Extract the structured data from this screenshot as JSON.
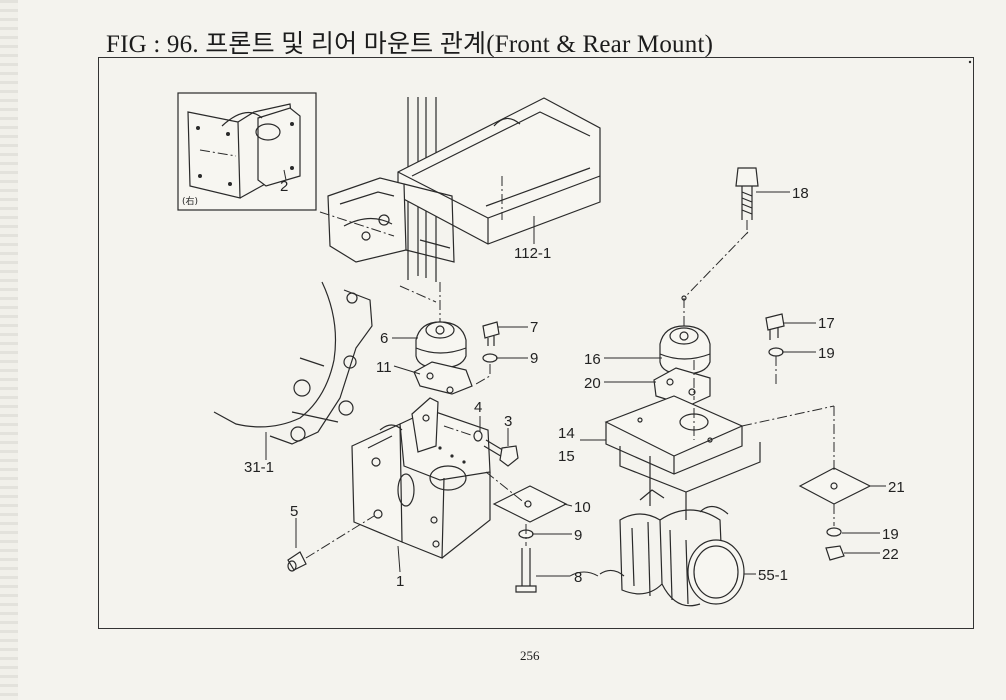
{
  "page": {
    "title": "FIG : 96. 프론트 및 리어 마운트 관계(Front & Rear Mount)",
    "page_number": "256"
  },
  "inset": {
    "label": "(右)"
  },
  "callouts": {
    "c2": "2",
    "c18": "18",
    "c112_1": "112-1",
    "c7": "7",
    "c6": "6",
    "c9a": "9",
    "c11": "11",
    "c17": "17",
    "c16": "16",
    "c19a": "19",
    "c20": "20",
    "c4": "4",
    "c3": "3",
    "c14": "14",
    "c15": "15",
    "c31_1": "31-1",
    "c21": "21",
    "c5": "5",
    "c10": "10",
    "c9b": "9",
    "c19b": "19",
    "c22": "22",
    "c1": "1",
    "c8": "8",
    "c55_1": "55-1"
  }
}
